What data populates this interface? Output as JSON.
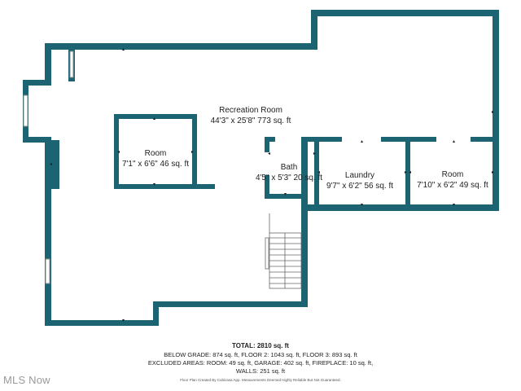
{
  "rooms": {
    "recreation": {
      "name": "Recreation Room",
      "dims": "44'3\" x 25'8\" 773 sq. ft"
    },
    "room_left": {
      "name": "Room",
      "dims": "7'1\" x 6'6\" 46 sq. ft"
    },
    "bath": {
      "name": "Bath",
      "dims": "4'5\" x 5'3\" 20 sq. ft"
    },
    "laundry": {
      "name": "Laundry",
      "dims": "9'7\" x 6'2\" 56 sq. ft"
    },
    "room_right": {
      "name": "Room",
      "dims": "7'10\" x 6'2\" 49 sq. ft"
    }
  },
  "footer": {
    "total": "TOTAL: 2810 sq. ft",
    "line2": "BELOW GRADE: 874 sq. ft, FLOOR 2: 1043 sq. ft, FLOOR 3: 893 sq. ft",
    "line3": "EXCLUDED AREAS: ROOM: 49 sq. ft, GARAGE: 402 sq. ft, FIREPLACE: 10 sq. ft,",
    "line4": "WALLS: 251 sq. ft",
    "credit": "Floor Plan Created By Cubicasa App. Measurements Deemed Highly Reliable But Not Guaranteed."
  },
  "watermark": "MLS Now",
  "colors": {
    "wall": "#1d6473",
    "background": "#ffffff",
    "text": "#222222"
  }
}
